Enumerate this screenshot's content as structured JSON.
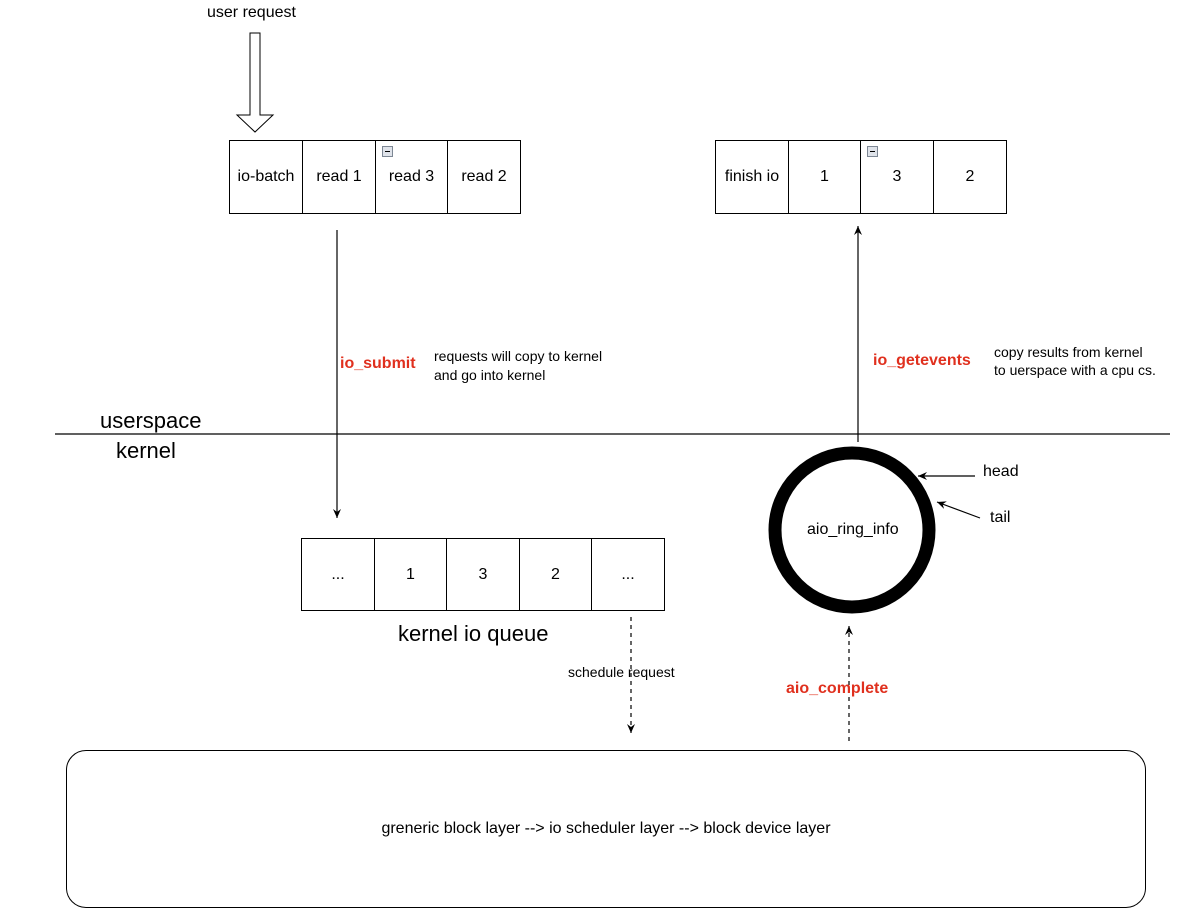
{
  "user_request": "user request",
  "io_batch": {
    "cells": [
      "io-batch",
      "read 1",
      "read 3",
      "read 2"
    ]
  },
  "finish_io": {
    "cells": [
      "finish io",
      "1",
      "3",
      "2"
    ]
  },
  "io_submit": {
    "label": "io_submit",
    "desc_line1": "requests will copy to kernel",
    "desc_line2": "and go into kernel"
  },
  "io_getevents": {
    "label": "io_getevents",
    "desc_line1": "copy results from kernel",
    "desc_line2": "to uerspace with a cpu cs."
  },
  "boundary": {
    "userspace": "userspace",
    "kernel": "kernel"
  },
  "ring": {
    "label": "aio_ring_info",
    "head": "head",
    "tail": "tail"
  },
  "kernel_queue": {
    "cells": [
      "...",
      "1",
      "3",
      "2",
      "..."
    ],
    "title": "kernel io queue"
  },
  "schedule_request": "schedule request",
  "aio_complete": "aio_complete",
  "block_layer": "greneric block layer --> io scheduler layer --> block device layer",
  "colors": {
    "accent_red": "#e0301e"
  }
}
